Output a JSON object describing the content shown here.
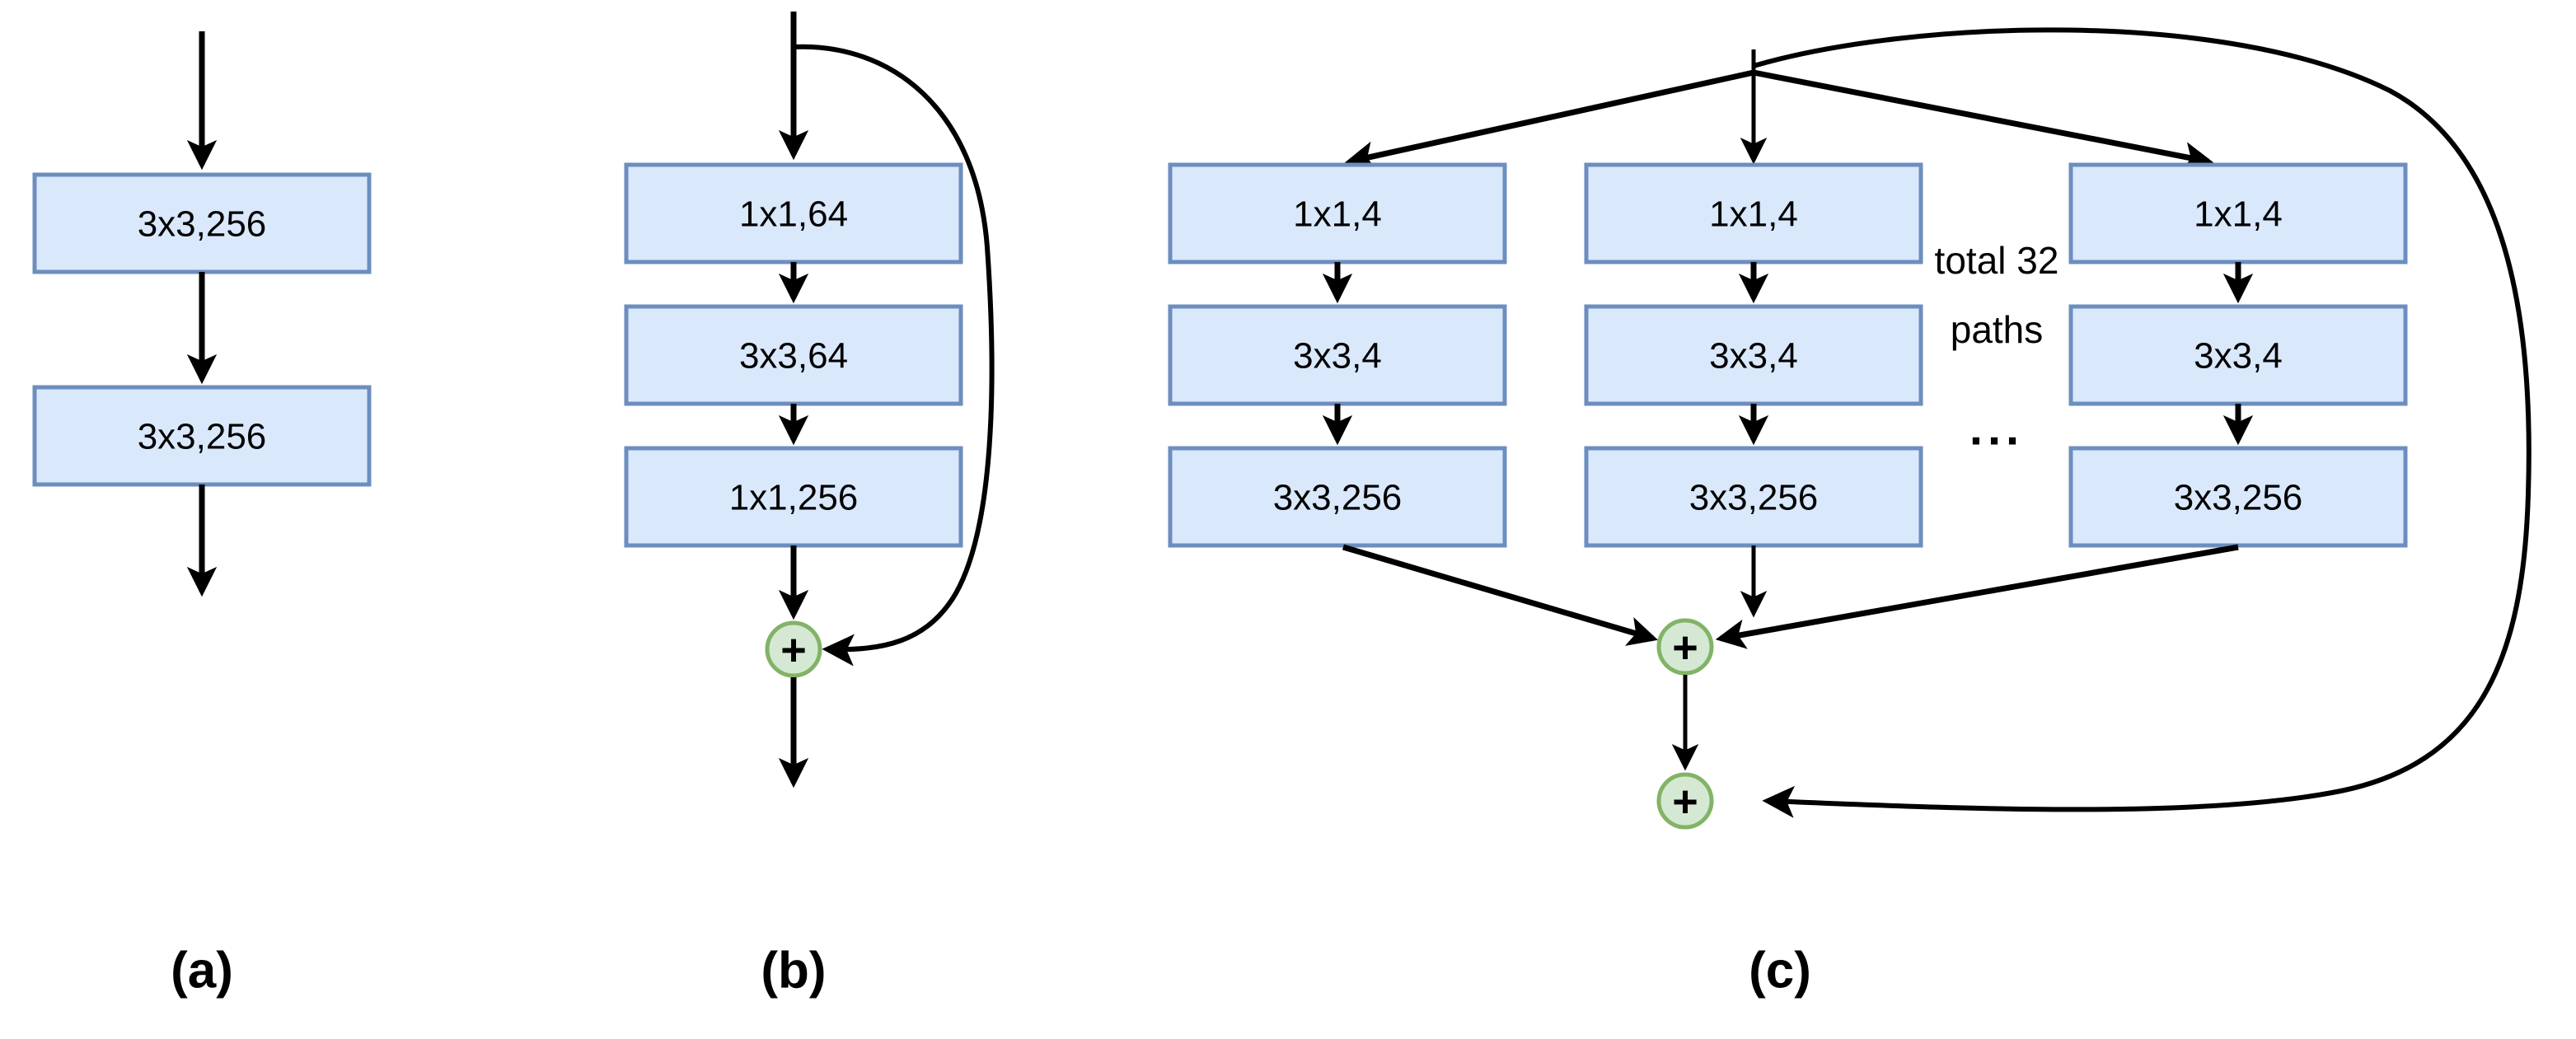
{
  "figure": {
    "type": "neural-network-block-diagram",
    "background_color": "#ffffff",
    "box_fill_color": "#dae8fc",
    "box_stroke_color": "#6c8ebf",
    "sum_fill_color": "#d5e8d4",
    "sum_stroke_color": "#82b366",
    "edge_color": "#000000"
  },
  "panels": [
    {
      "caption": "(a)",
      "blocks": [
        {
          "label": "3x3,256"
        },
        {
          "label": "3x3,256"
        }
      ]
    },
    {
      "caption": "(b)",
      "blocks": [
        {
          "label": "1x1,64"
        },
        {
          "label": "3x3,64"
        },
        {
          "label": "1x1,256"
        }
      ],
      "sum_nodes": [
        {
          "glyph": "+"
        }
      ]
    },
    {
      "caption": "(c)",
      "paths": [
        {
          "blocks": [
            {
              "label": "1x1,4"
            },
            {
              "label": "3x3,4"
            },
            {
              "label": "3x3,256"
            }
          ]
        },
        {
          "blocks": [
            {
              "label": "1x1,4"
            },
            {
              "label": "3x3,4"
            },
            {
              "label": "3x3,256"
            }
          ]
        },
        {
          "blocks": [
            {
              "label": "1x1,4"
            },
            {
              "label": "3x3,4"
            },
            {
              "label": "3x3,256"
            }
          ]
        }
      ],
      "annotation": {
        "line1": "total 32",
        "line2": "paths",
        "ellipsis": "..."
      },
      "sum_nodes": [
        {
          "glyph": "+"
        },
        {
          "glyph": "+"
        }
      ]
    }
  ]
}
